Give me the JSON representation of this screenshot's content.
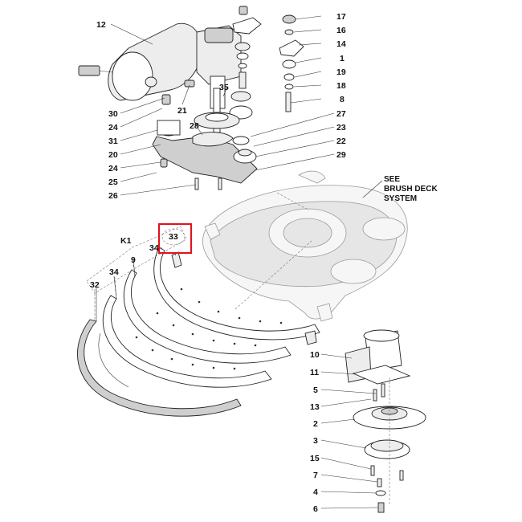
{
  "note": {
    "line1": "SEE",
    "line2": "BRUSH DECK",
    "line3": "SYSTEM"
  },
  "kit_label": "K1",
  "highlight_color": "#e0141e",
  "labels": {
    "p12": "12",
    "p17": "17",
    "p16": "16",
    "p14": "14",
    "p1": "1",
    "p19": "19",
    "p18": "18",
    "p8": "8",
    "p35": "35",
    "p21": "21",
    "p30": "30",
    "p24a": "24",
    "p31": "31",
    "p20": "20",
    "p24b": "24",
    "p25": "25",
    "p26": "26",
    "p28": "28",
    "p27": "27",
    "p23": "23",
    "p22": "22",
    "p29": "29",
    "p33": "33",
    "p34a": "34",
    "p9": "9",
    "p34b": "34",
    "p32": "32",
    "p10": "10",
    "p11": "11",
    "p5": "5",
    "p13": "13",
    "p2": "2",
    "p3": "3",
    "p15": "15",
    "p7": "7",
    "p4": "4",
    "p6": "6"
  }
}
